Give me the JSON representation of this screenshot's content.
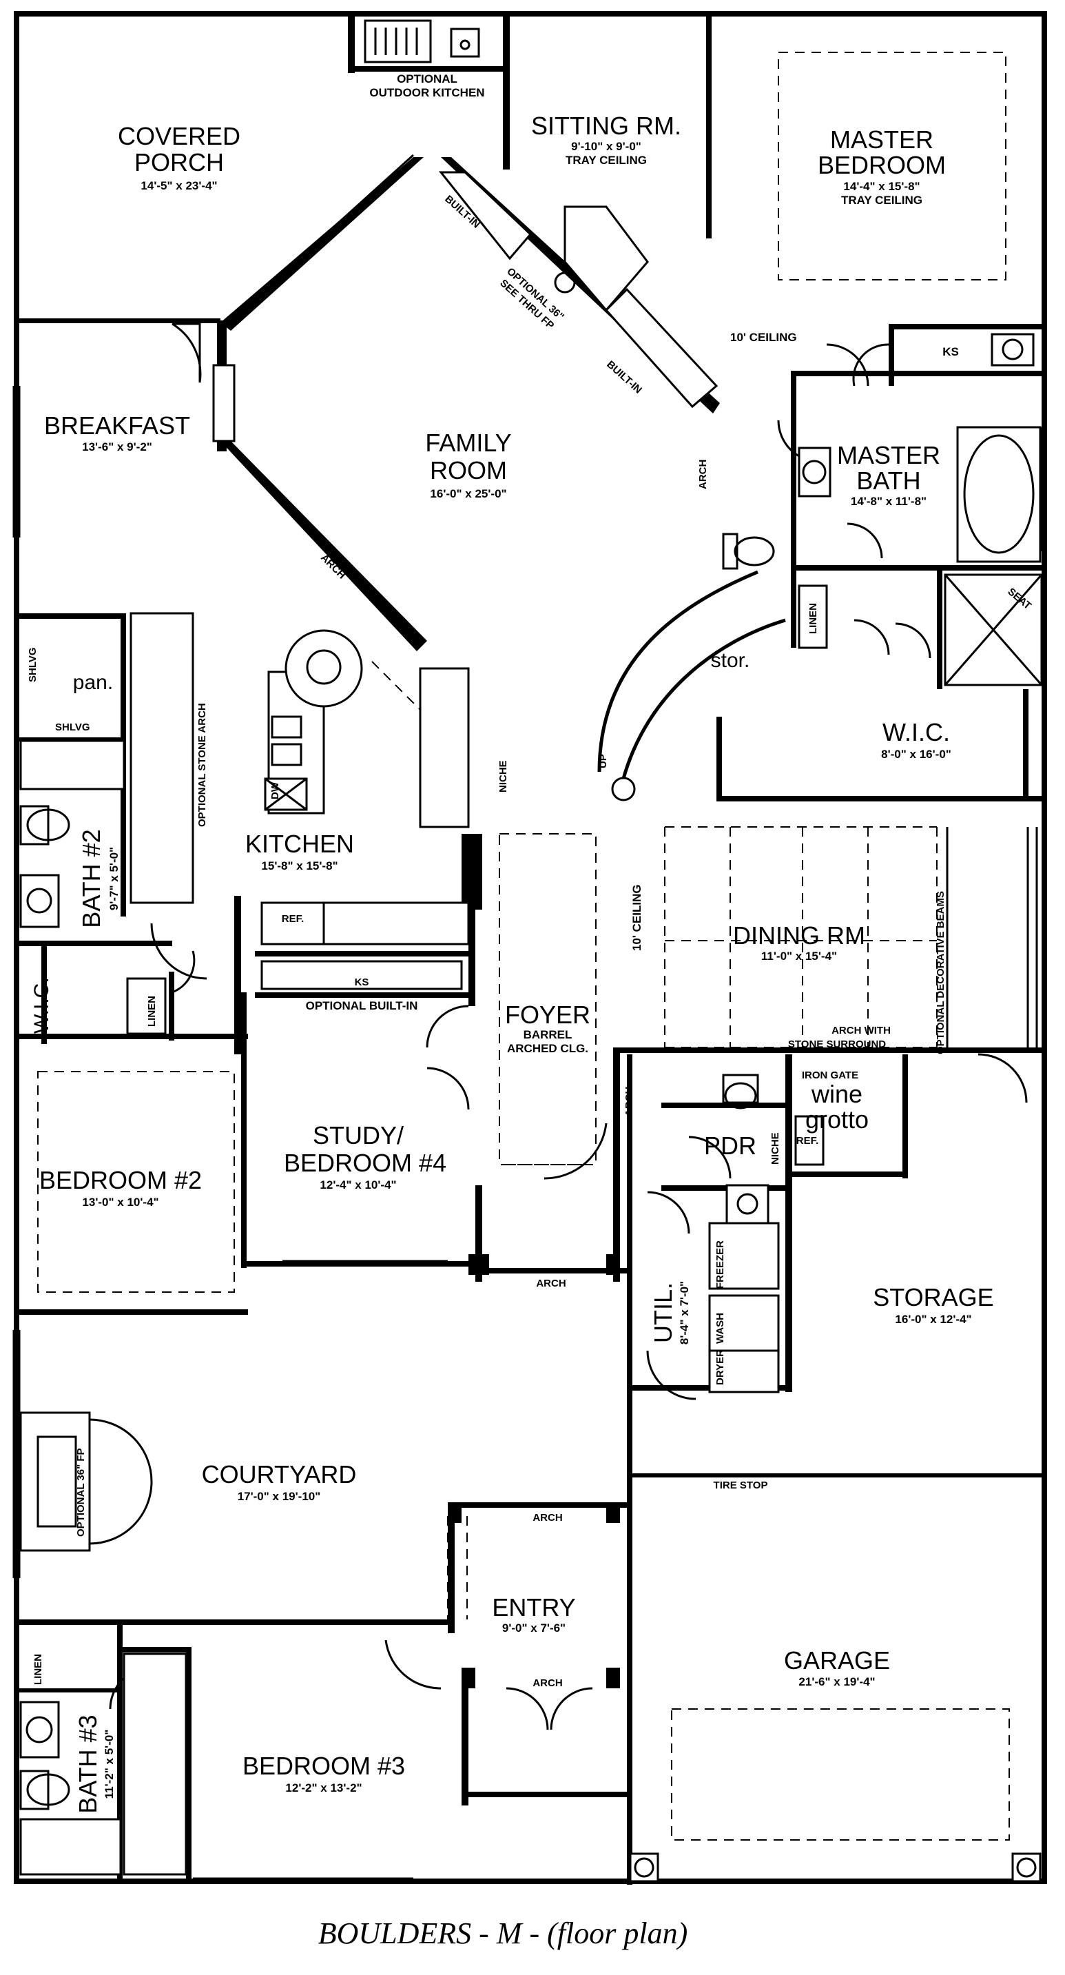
{
  "title": "BOULDERS - M - (floor plan)",
  "rooms": {
    "covered_porch": {
      "name1": "COVERED",
      "name2": "PORCH",
      "dim": "14'-5\" x 23'-4\""
    },
    "sitting_rm": {
      "name": "SITTING RM.",
      "dim": "9'-10\" x 9'-0\"",
      "note": "TRAY CEILING"
    },
    "master_bedroom": {
      "name1": "MASTER",
      "name2": "BEDROOM",
      "dim": "14'-4\" x 15'-8\"",
      "note": "TRAY CEILING"
    },
    "breakfast": {
      "name": "BREAKFAST",
      "dim": "13'-6\" x 9'-2\""
    },
    "family_room": {
      "name1": "FAMILY",
      "name2": "ROOM",
      "dim": "16'-0\" x 25'-0\""
    },
    "master_bath": {
      "name1": "MASTER",
      "name2": "BATH",
      "dim": "14'-8\" x 11'-8\""
    },
    "kitchen": {
      "name": "KITCHEN",
      "dim": "15'-8\" x 15'-8\""
    },
    "bath2": {
      "name": "BATH #2",
      "dim": "9'-7\" x 5'-0\""
    },
    "wic_master": {
      "name": "W.I.C.",
      "dim": "8'-0\" x 16'-0\""
    },
    "dining": {
      "name": "DINING RM",
      "dim": "11'-0\" x 15'-4\""
    },
    "foyer": {
      "name": "FOYER",
      "note1": "BARREL",
      "note2": "ARCHED CLG."
    },
    "bedroom2": {
      "name": "BEDROOM #2",
      "dim": "13'-0\" x 10'-4\""
    },
    "study": {
      "name1": "STUDY/",
      "name2": "BEDROOM #4",
      "dim": "12'-4\" x 10'-4\""
    },
    "pdr": {
      "name": "PDR"
    },
    "wine": {
      "name1": "wine",
      "name2": "grotto",
      "note": "IRON GATE"
    },
    "util": {
      "name": "UTIL.",
      "dim": "8'-4\" x 7'-0\""
    },
    "storage": {
      "name": "STORAGE",
      "dim": "16'-0\" x 12'-4\""
    },
    "courtyard": {
      "name": "COURTYARD",
      "dim": "17'-0\" x 19'-10\""
    },
    "entry": {
      "name": "ENTRY",
      "dim": "9'-0\" x 7'-6\""
    },
    "garage": {
      "name": "GARAGE",
      "dim": "21'-6\" x 19'-4\""
    },
    "bedroom3": {
      "name": "BEDROOM #3",
      "dim": "12'-2\" x 13'-2\""
    },
    "bath3": {
      "name": "BATH #3",
      "dim": "11'-2\" x 5'-0\""
    }
  },
  "labels": {
    "outdoor_kitchen1": "OPTIONAL",
    "outdoor_kitchen2": "OUTDOOR KITCHEN",
    "built_in": "BUILT-IN",
    "optional_fp1": "OPTIONAL 36\"",
    "optional_fp2": "SEE THRU FP",
    "ceiling_10": "10' CEILING",
    "ks": "KS",
    "arch": "ARCH",
    "stor": "stor.",
    "up": "UP",
    "linen": "LINEN",
    "seat": "SEAT",
    "shlvg": "SHLVG",
    "pan": "pan.",
    "optional_stone_arch": "OPTIONAL STONE ARCH",
    "niche": "NICHE",
    "dw": "DW",
    "ref": "REF.",
    "optional_built_in": "OPTIONAL BUILT-IN",
    "wic": "W.I.C.",
    "optional_beams": "OPTIONAL DECORATIVE BEAMS",
    "arch_stone1": "ARCH WITH",
    "arch_stone2": "STONE SURROUND",
    "freezer": "FREEZER",
    "wash": "WASH",
    "dryer": "DRYER",
    "tire_stop": "TIRE STOP",
    "optional_36_fp": "OPTIONAL 36\" FP"
  }
}
